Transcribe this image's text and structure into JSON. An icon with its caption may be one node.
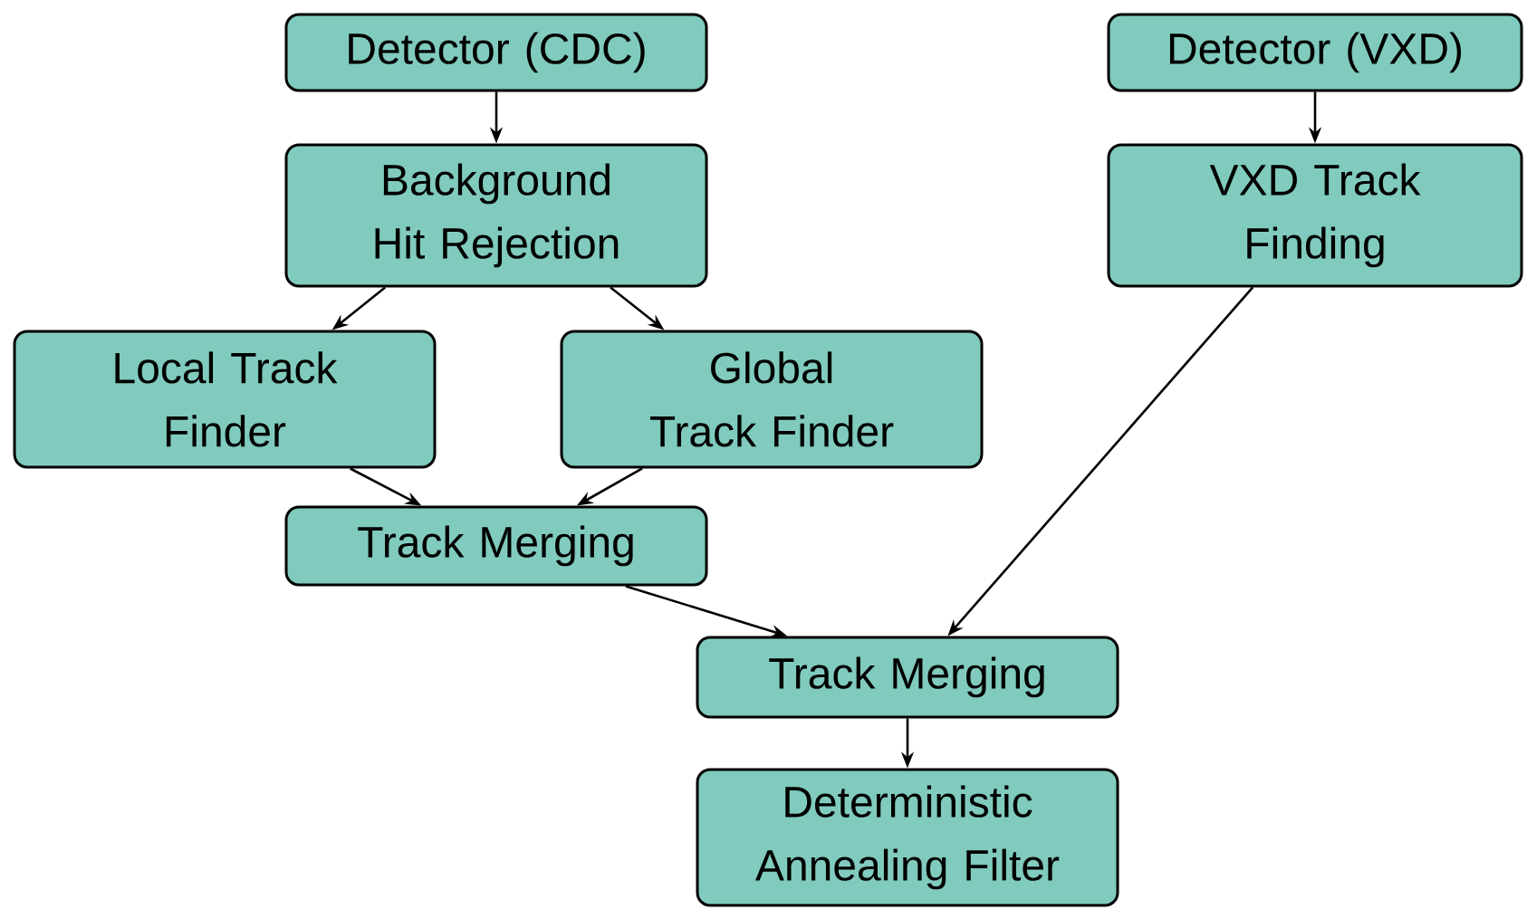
{
  "diagram": {
    "nodes": [
      {
        "text": [
          "Detector (CDC)"
        ]
      },
      {
        "text": [
          "Background Hit Rejection"
        ]
      },
      {
        "text": [
          "Local Track Finder"
        ]
      },
      {
        "text": [
          "Global Track Finder"
        ]
      },
      {
        "text": [
          "Track Merging"
        ]
      },
      {
        "text": [
          "Detector (VXD)"
        ]
      },
      {
        "text": [
          "VXD Track Finding"
        ]
      },
      {
        "text": [
          "Track Merging"
        ]
      },
      {
        "text": [
          "Deterministic Annealing Filter"
        ]
      }
    ],
    "edges": [
      {
        "from": 0,
        "to": 1,
        "arrow": "to"
      },
      {
        "from": 1,
        "to": 2,
        "arrow": "to"
      },
      {
        "from": 1,
        "to": 3,
        "arrow": "to"
      },
      {
        "from": 2,
        "to": 4,
        "arrow": "to"
      },
      {
        "from": 3,
        "to": 4,
        "arrow": "to"
      },
      {
        "from": 5,
        "to": 6,
        "arrow": "to"
      },
      {
        "from": 6,
        "to": 7,
        "arrow": "to"
      },
      {
        "from": 4,
        "to": 7,
        "arrow": "to"
      },
      {
        "from": 7,
        "to": 8,
        "arrow": "to"
      }
    ]
  }
}
